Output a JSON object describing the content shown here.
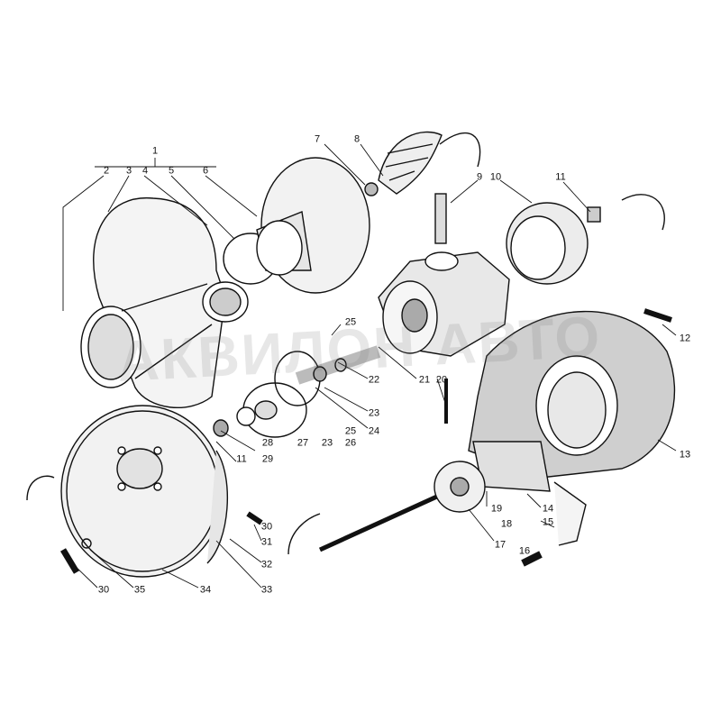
{
  "diagram": {
    "title": "Turbocharger exploded view",
    "watermark": "АКВИЛОН АВТО",
    "callouts": [
      "1",
      "2",
      "3",
      "4",
      "5",
      "6",
      "7",
      "8",
      "9",
      "10",
      "11",
      "12",
      "13",
      "14",
      "15",
      "16",
      "17",
      "18",
      "19",
      "20",
      "21",
      "22",
      "23",
      "24",
      "25",
      "25",
      "26",
      "23",
      "27",
      "28",
      "11",
      "29",
      "30",
      "31",
      "32",
      "33",
      "34",
      "35",
      "30"
    ],
    "colors": {
      "ink": "#111111",
      "paper": "#ffffff"
    }
  }
}
